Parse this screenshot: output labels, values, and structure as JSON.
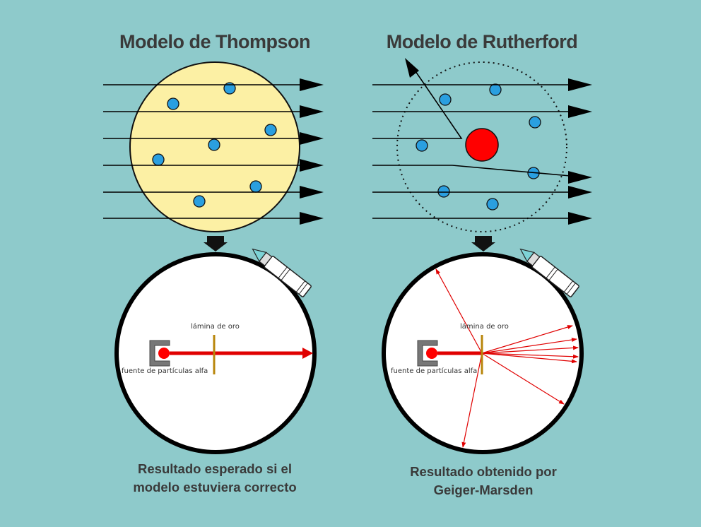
{
  "left_panel": {
    "title": "Modelo de Thompson",
    "foil_label": "lámina de oro",
    "source_label": "fuente de partículas alfa",
    "caption_line1": "Resultado esperado si el",
    "caption_line2": "modelo estuviera correcto"
  },
  "right_panel": {
    "title": "Modelo de Rutherford",
    "foil_label": "lámina de oro",
    "source_label": "fuente de partículas alfa",
    "caption_line1": "Resultado obtenido por",
    "caption_line2": "Geiger-Marsden"
  },
  "colors": {
    "background": "#8ecacb",
    "thompson_sphere": "#fcf0a4",
    "electron": "#2a9fe0",
    "nucleus": "#ff0000",
    "alpha_beam": "#e00000",
    "gold_foil": "#b8860b",
    "arrows": "#000000"
  },
  "icons": [
    "alpha-particle-source-icon",
    "detector-microscope-icon"
  ]
}
